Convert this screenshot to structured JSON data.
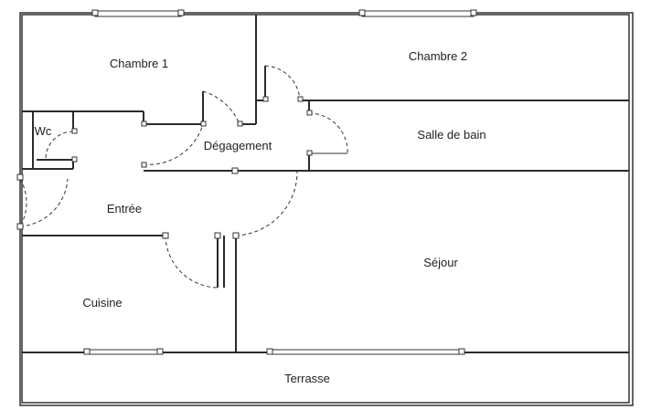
{
  "plan": {
    "rooms": {
      "chambre1": "Chambre 1",
      "chambre2": "Chambre 2",
      "wc": "Wc",
      "degagement": "Dégagement",
      "salle_de_bain": "Salle de bain",
      "entree": "Entrée",
      "sejour": "Séjour",
      "cuisine": "Cuisine",
      "terrasse": "Terrasse"
    }
  }
}
